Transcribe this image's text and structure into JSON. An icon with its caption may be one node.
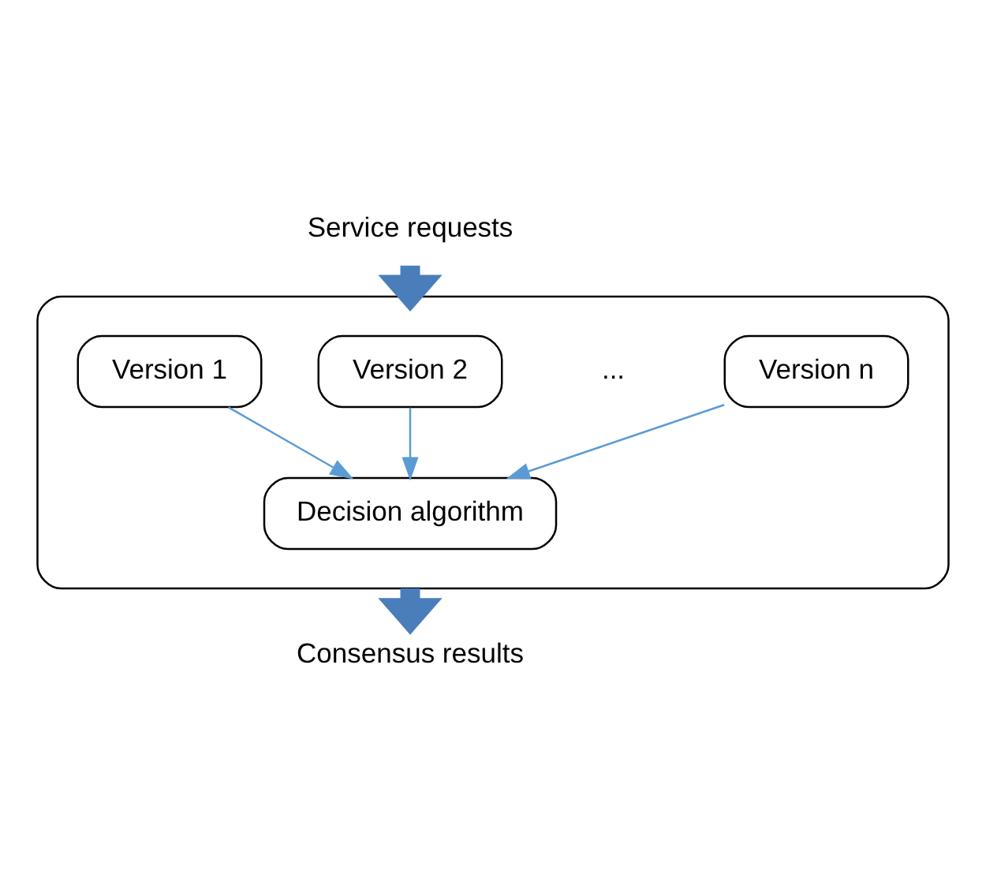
{
  "diagram": {
    "nodes": [
      {
        "text": [
          "Service requests"
        ]
      },
      {
        "text": [],
        "shape": "box"
      },
      {
        "text": [
          "Version 1"
        ],
        "in": 1
      },
      {
        "text": [
          "Version 2"
        ],
        "in": 1
      },
      {
        "text": [
          "Version n"
        ],
        "in": 1
      },
      {
        "text": [
          "Decision algorithm"
        ],
        "in": 1
      },
      {
        "text": [
          "Consensus results"
        ]
      }
    ],
    "edges": [
      {
        "from": 0,
        "to": 1,
        "arrow": "to",
        "style": "thick",
        "color": "#4a7ebb"
      },
      {
        "from": 2,
        "to": 5,
        "arrow": "to",
        "color": "#5b9bd5"
      },
      {
        "from": 3,
        "to": 5,
        "arrow": "to",
        "color": "#5b9bd5"
      },
      {
        "from": 4,
        "to": 5,
        "arrow": "to",
        "color": "#5b9bd5"
      },
      {
        "from": 1,
        "to": 6,
        "arrow": "to",
        "style": "thick",
        "color": "#4a7ebb"
      }
    ],
    "labels": [
      "..."
    ]
  }
}
